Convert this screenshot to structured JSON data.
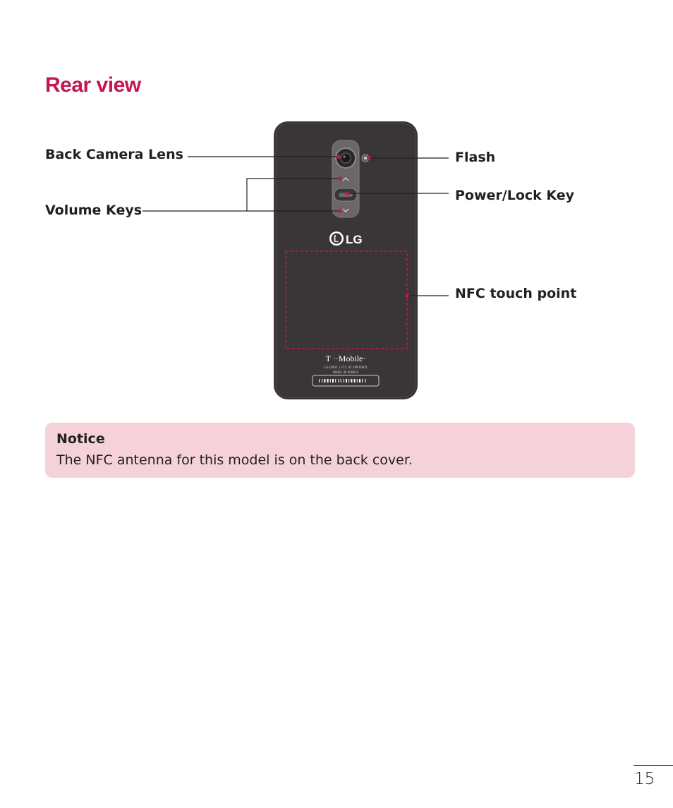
{
  "page": {
    "title": "Rear view",
    "number": "15"
  },
  "callouts": {
    "back_camera_lens": "Back Camera Lens",
    "volume_keys": "Volume Keys",
    "flash": "Flash",
    "power_lock_key": "Power/Lock Key",
    "nfc_touch_point": "NFC touch point"
  },
  "phone": {
    "brand_logo": "LG",
    "carrier_logo": "T ··Mobile·",
    "regulatory_line_1": "LG-D801 | FCC ID ZNFD801",
    "regulatory_line_2": "MADE IN KOREA",
    "body_color": "#3a3637",
    "key_color": "#6b6767"
  },
  "notice": {
    "title": "Notice",
    "text": "The NFC antenna for this model is on the back cover."
  },
  "colors": {
    "accent": "#c4174f",
    "notice_background": "#f5d2da",
    "leader_line": "#c4174f"
  }
}
